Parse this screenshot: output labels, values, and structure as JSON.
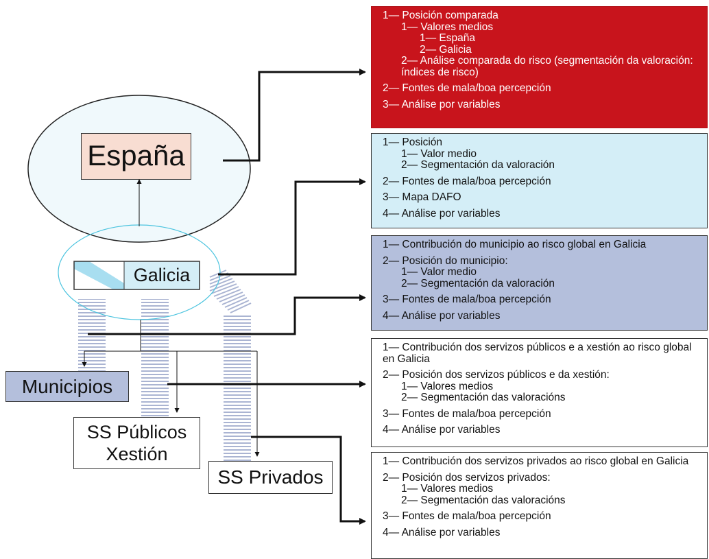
{
  "nodes": {
    "espana": "España",
    "galicia": "Galicia",
    "municipios": "Municipios",
    "publicos_line1": "SS Públicos",
    "publicos_line2": "Xestión",
    "privados": "SS Privados"
  },
  "colors": {
    "espana_panel": "#c8141c",
    "galicia_panel": "#d4eef7",
    "municipio_panel": "#b4bfdc",
    "espana_node": "#f8ddd2",
    "flag_stripe": "#a8def0"
  },
  "panels": {
    "espana": [
      "1— Posición comparada",
      "1— Valores medios",
      "1— España",
      "2— Galicia",
      "2— Análise comparada do risco (segmentación da valoración: índices de risco)",
      "2— Fontes de mala/boa percepción",
      "3— Análise por variables"
    ],
    "galicia": [
      "1— Posición",
      "1— Valor medio",
      "2— Segmentación da valoración",
      "2— Fontes de mala/boa percepción",
      "3— Mapa DAFO",
      "4— Análise por variables"
    ],
    "municipio": [
      "1— Contribución do municipio ao risco global en Galicia",
      "2— Posición do municipio:",
      "1— Valor medio",
      "2— Segmentación da valoración",
      "3— Fontes de mala/boa percepción",
      "4— Análise por variables"
    ],
    "publicos": [
      "1— Contribución dos servizos públicos e a xestión ao risco global en Galicia",
      "2— Posición dos servizos públicos e da xestión:",
      "1— Valores medios",
      "2— Segmentación das valoracións",
      "3— Fontes de mala/boa percepción",
      "4— Análise por variables"
    ],
    "privados": [
      "1— Contribución dos servizos privados ao risco global en Galicia",
      "2— Posición dos servizos privados:",
      "1— Valores medios",
      "2— Segmentación das valoracións",
      "3— Fontes de mala/boa percepción",
      "4— Análise por variables"
    ]
  }
}
